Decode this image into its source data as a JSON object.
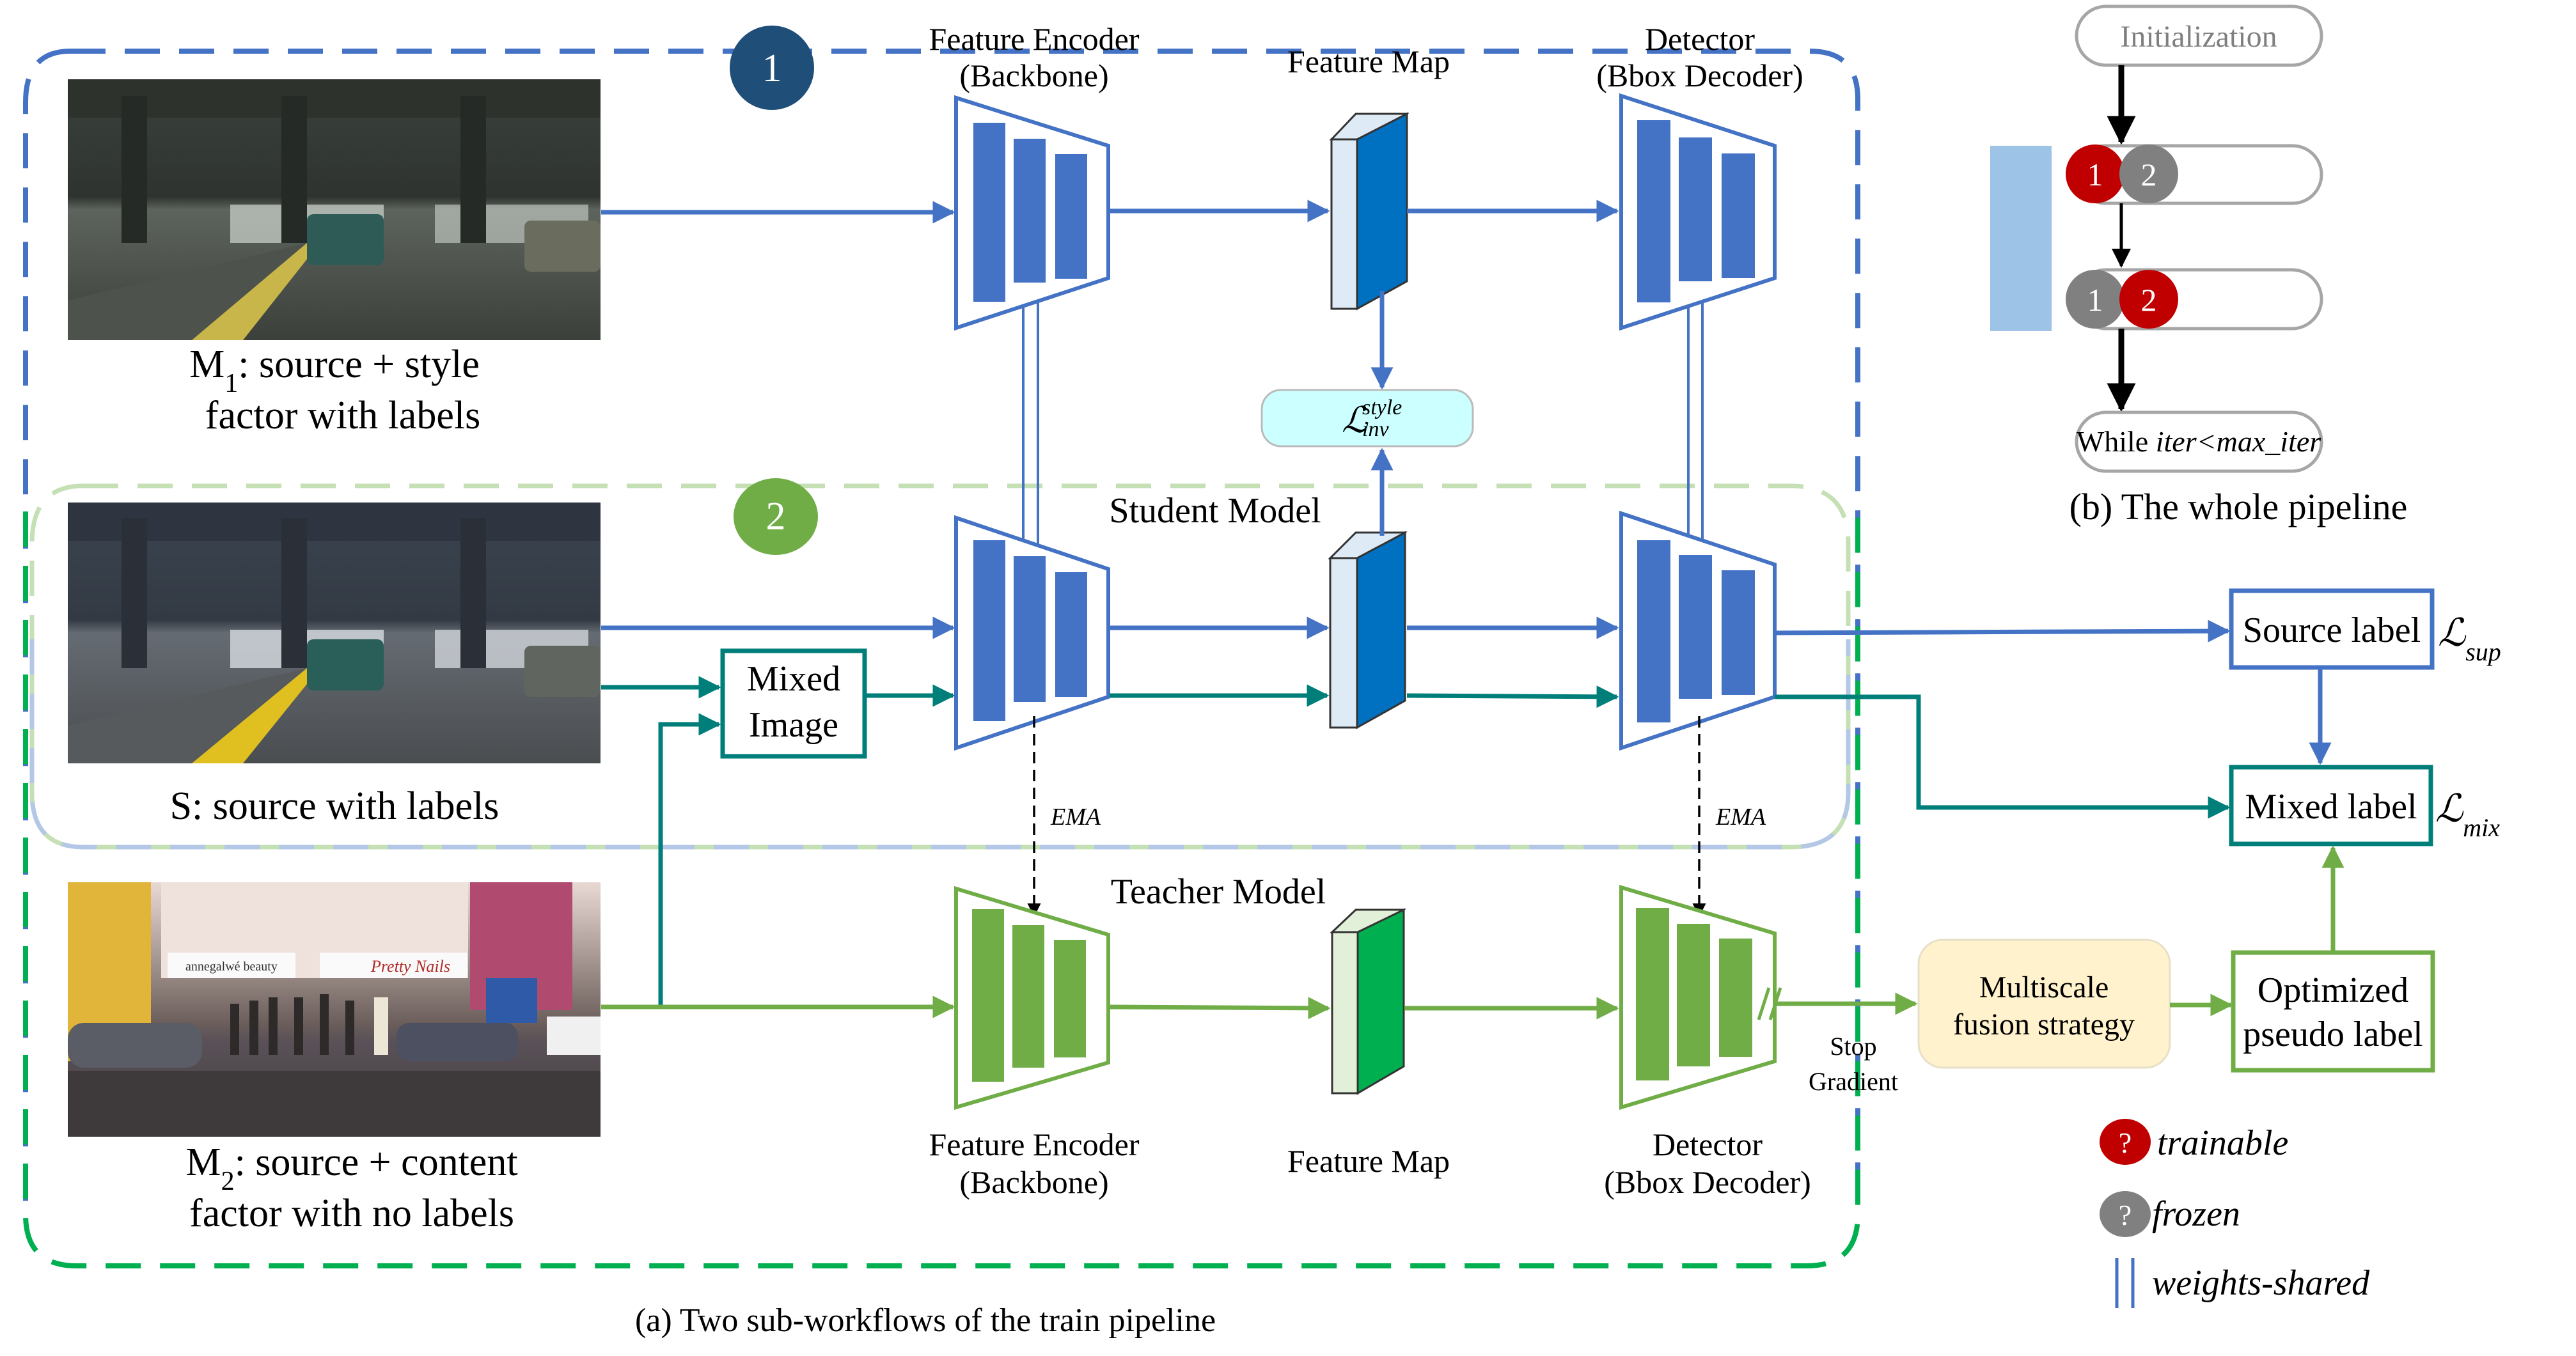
{
  "colors": {
    "student_blue": "#4472C4",
    "mixed_teal": "#007F7A",
    "teacher_green": "#70AD47",
    "feature_map_blue": "#0070C0",
    "feature_map_green": "#00B050",
    "outer_blue_dashed": "#4472C4",
    "outer_green_dashed": "#00B050",
    "step1_badge": "#1F4E79",
    "step2_badge": "#70AD47",
    "trainable_red": "#C00000",
    "frozen_gray": "#808080",
    "loss_box_fill": "#CCFFFF",
    "fusion_box_fill": "#FFF2CC",
    "side_bar": "#9DC3E6"
  },
  "workflow_badges": {
    "step1": "1",
    "step2": "2"
  },
  "images": {
    "m1": {
      "caption_prefix": "M",
      "caption_sub": "1",
      "caption_line1_rest": ": source + style",
      "caption_line2": "factor with labels",
      "scene": "synthetic-game-street-under-overpass-stylized"
    },
    "s": {
      "caption": "S: source with labels",
      "scene": "synthetic-game-street-under-overpass"
    },
    "m2": {
      "caption_prefix": "M",
      "caption_sub": "2",
      "caption_line1_rest": ": source + content",
      "caption_line2": "factor with no labels",
      "scene": "real-city-street-storefronts",
      "shop_signs": [
        "annegalwé beauty",
        "Pretty Nails"
      ]
    }
  },
  "top_row": {
    "encoder_title": "Feature Encoder",
    "encoder_sub": "(Backbone)",
    "feature_map": "Feature Map",
    "detector_title": "Detector",
    "detector_sub": "(Bbox Decoder)"
  },
  "student": {
    "title": "Student Model",
    "mixed_image_line1": "Mixed",
    "mixed_image_line2": "Image"
  },
  "loss_style": {
    "symbol": "ℒ",
    "sup": "style",
    "sub": "inv"
  },
  "ema": {
    "left": "EMA",
    "right": "EMA"
  },
  "teacher": {
    "title": "Teacher Model",
    "encoder_title": "Feature Encoder",
    "encoder_sub": "(Backbone)",
    "feature_map": "Feature Map",
    "detector_title": "Detector",
    "detector_sub": "(Bbox Decoder)",
    "stop_gradient_line1": "Stop",
    "stop_gradient_line2": "Gradient"
  },
  "right_column": {
    "source_label": "Source label",
    "loss_sup_symbol": "ℒ",
    "loss_sup_sub": "sup",
    "mixed_label": "Mixed label",
    "loss_mix_symbol": "ℒ",
    "loss_mix_sub": "mix",
    "fusion_line1": "Multiscale",
    "fusion_line2": "fusion strategy",
    "pseudo_line1": "Optimized",
    "pseudo_line2": "pseudo label"
  },
  "pipeline": {
    "init": "Initialization",
    "step_a": [
      {
        "num": "1",
        "state": "trainable"
      },
      {
        "num": "2",
        "state": "frozen"
      }
    ],
    "step_b": [
      {
        "num": "1",
        "state": "frozen"
      },
      {
        "num": "2",
        "state": "trainable"
      }
    ],
    "loop_prefix": "While ",
    "loop_cond": "iter<max_iter",
    "caption": "(b) The whole pipeline"
  },
  "legend": {
    "items": [
      {
        "glyph": "?",
        "label": "trainable",
        "kind": "trainable"
      },
      {
        "glyph": "?",
        "label": "frozen",
        "kind": "frozen"
      },
      {
        "glyph": "||",
        "label": "weights-shared",
        "kind": "weights-shared"
      }
    ]
  },
  "caption_a": "(a) Two sub-workflows of the train pipeline"
}
